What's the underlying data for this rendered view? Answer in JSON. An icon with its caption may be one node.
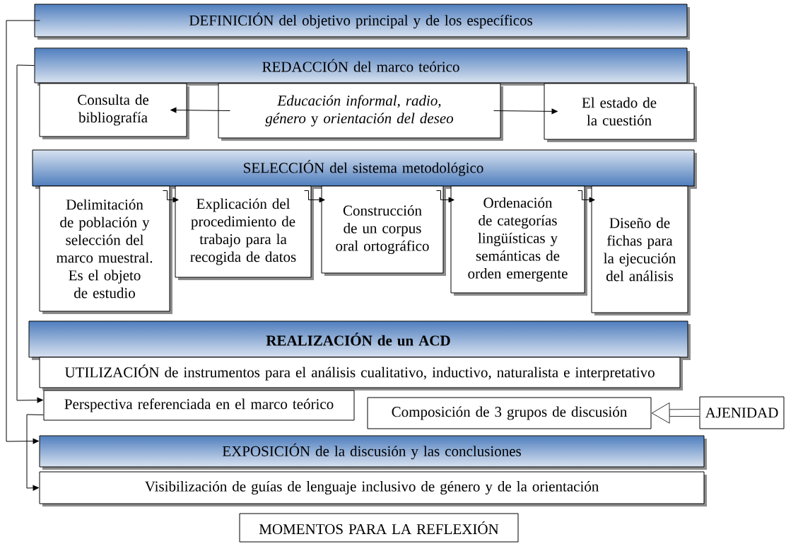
{
  "diagram": {
    "nodes": [
      {
        "text": [
          "DEFINICIÓN del objetivo principal y de los específicos"
        ]
      },
      {
        "text": [
          "REDACCIÓN del marco teórico"
        ]
      },
      {
        "text": [
          "Consulta de bibliografía"
        ]
      },
      {
        "text": [
          "*Educación informal, radio, género* y *orientación del deseo*"
        ]
      },
      {
        "text": [
          "El estado de la cuestión"
        ]
      },
      {
        "text": [
          "SELECCIÓN del sistema metodológico"
        ]
      },
      {
        "text": [
          "Delimitación de población y selección del marco muestral. Es el objeto de estudio"
        ]
      },
      {
        "text": [
          "Explicación del procedimiento de trabajo para la recogida de datos"
        ]
      },
      {
        "text": [
          "Construcción de un corpus oral ortográfico"
        ]
      },
      {
        "text": [
          "Ordenación de categorías lingüísticas y semánticas de orden emergente"
        ]
      },
      {
        "text": [
          "Diseño de fichas para la ejecución del análisis"
        ]
      },
      {
        "text": [
          "REALIZACIÓN de un ACD"
        ]
      },
      {
        "text": [
          "UTILIZACIÓN de instrumentos para el análisis cualitativo, inductivo, naturalista e interpretativo"
        ]
      },
      {
        "text": [
          "Perspectiva referenciada en el marco teórico"
        ]
      },
      {
        "text": [
          "Composición de 3 grupos de discusión"
        ]
      },
      {
        "text": [
          "AJENIDAD"
        ]
      },
      {
        "text": [
          "EXPOSICIÓN de la discusión y las conclusiones"
        ]
      },
      {
        "text": [
          "Visibilización de guías de lenguaje inclusivo de género y de la orientación"
        ]
      },
      {
        "text": [
          "MOMENTOS PARA LA REFLEXIÓN"
        ]
      }
    ],
    "edges": [
      {
        "from": 0,
        "to": 16,
        "arrow": "to"
      },
      {
        "from": 1,
        "to": 13,
        "arrow": "to"
      },
      {
        "from": 3,
        "to": 2,
        "arrow": "to"
      },
      {
        "from": 3,
        "to": 4,
        "arrow": "to"
      },
      {
        "from": 6,
        "to": 7,
        "arrow": "to"
      },
      {
        "from": 7,
        "to": 8,
        "arrow": "to"
      },
      {
        "from": 8,
        "to": 9,
        "arrow": "to"
      },
      {
        "from": 9,
        "to": 10,
        "arrow": "to"
      },
      {
        "from": 15,
        "to": 14,
        "arrow": "to",
        "style": "thick"
      },
      {
        "from": 13,
        "to": 17,
        "arrow": "to"
      }
    ]
  }
}
